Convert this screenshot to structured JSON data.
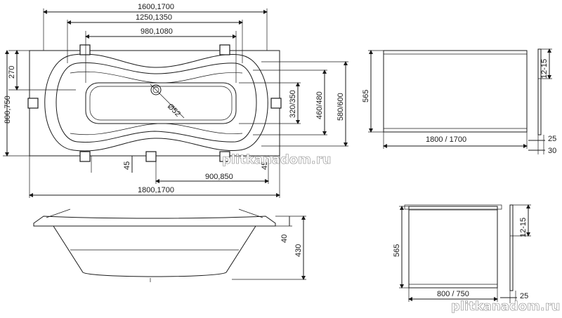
{
  "top_view": {
    "dim_total_width_top": "1600,1700",
    "dim_mid_width": "1250,1350",
    "dim_inner_width": "980,1080",
    "dim_left_offset": "270",
    "dim_total_height": "800,750",
    "dim_inner_height_a": "320/350",
    "dim_inner_height_b": "460/480",
    "dim_inner_height_c": "580/600",
    "dim_drain": "Ø52",
    "dim_foot_left": "45",
    "dim_foot_right": "45",
    "dim_foot_spacing": "900,850",
    "dim_total_width_bottom": "1800,1700"
  },
  "side_view": {
    "dim_rim": "40",
    "dim_height": "430"
  },
  "front_panel": {
    "dim_height": "565",
    "dim_width": "1800 / 1700",
    "dim_gap": "12-15",
    "dim_depth_a": "25",
    "dim_depth_b": "30"
  },
  "end_panel": {
    "dim_height": "565",
    "dim_width": "800 / 750",
    "dim_gap": "12-15",
    "dim_depth": "25"
  },
  "watermarks": [
    "plitkanadom.ru",
    "plitkanadom.ru"
  ]
}
